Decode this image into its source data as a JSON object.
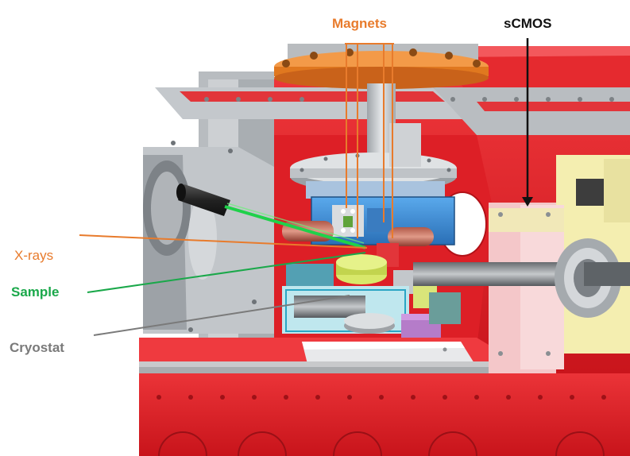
{
  "labels": {
    "magnets": "Magnets",
    "scmos": "sCMOS",
    "xrays": "X-rays",
    "sample": "Sample",
    "cryostat": "Cryostat"
  },
  "colors": {
    "magnets": "#e87b2c",
    "scmos": "#111111",
    "xrays": "#e87b2c",
    "sample": "#1aa84a",
    "cryostat": "#7a7a7a",
    "chamber_red": "#e8222a",
    "steel": "#c9ccd0",
    "flange_orange": "#e0781f",
    "mount_blue": "#3c8fd6"
  }
}
